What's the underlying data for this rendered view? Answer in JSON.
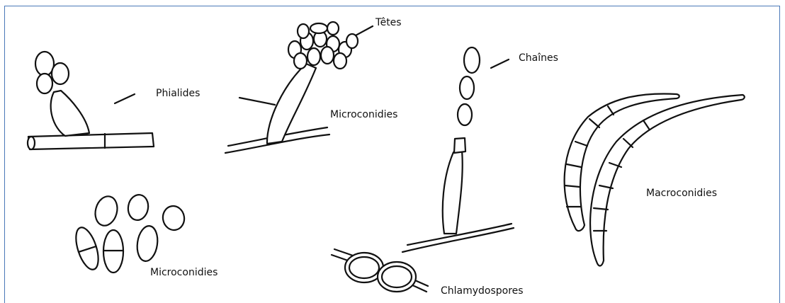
{
  "labels": {
    "tetes": "Têtes",
    "phialides": "Phialides",
    "microconidies_top": "Microconidies",
    "chaines": "Chaînes",
    "macroconidies": "Macroconidies",
    "microconidies_bottom": "Microconidies",
    "chlamydospores": "Chlamydospores"
  },
  "colors": {
    "frame": "#4a78b8",
    "ink": "#111111"
  }
}
